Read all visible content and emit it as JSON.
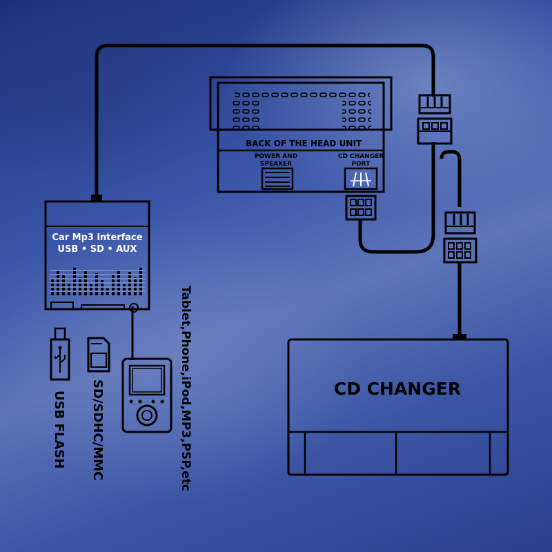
{
  "head_unit": {
    "title": "BACK OF THE HEAD UNIT",
    "power_label_line1": "POWER AND",
    "power_label_line2": "SPEAKER",
    "cd_port_line1": "CD CHANGER",
    "cd_port_line2": "PORT"
  },
  "interface": {
    "title": "Car Mp3 interface",
    "subtitle": "USB • SD • AUX"
  },
  "devices": {
    "usb_label": "USB FLASH",
    "sd_label": "SD/SDHC/MMC",
    "player_label": "Tablet,Phone,iPod,MP3,PSP,etc"
  },
  "cd_changer": {
    "title": "CD CHANGER"
  },
  "colors": {
    "line": "#000000",
    "accent": "#ffffff"
  }
}
